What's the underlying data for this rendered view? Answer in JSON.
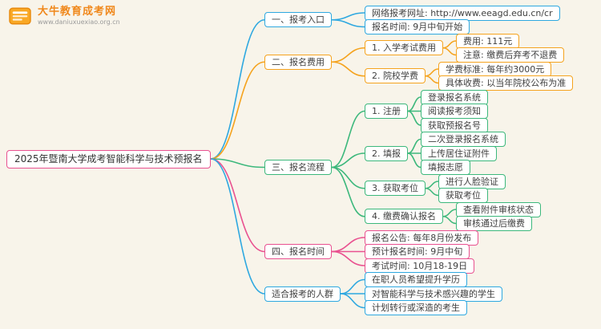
{
  "logo": {
    "title": "大牛教育成考网",
    "url": "www.daniuxuexiao.org.cn",
    "icon": "orange-document-icon",
    "brand_color": "#f0881c"
  },
  "mindmap": {
    "background_color": "#f8f4ea",
    "root": {
      "label": "2025年暨南大学成考智能科学与技术预报名",
      "color": "#e95190"
    },
    "branches": [
      {
        "label": "一、报考入口",
        "color": "#2ea8e0",
        "children": [
          {
            "label": "网络报考网址: http://www.eeagd.edu.cn/cr"
          },
          {
            "label": "报名时间: 9月中旬开始"
          }
        ]
      },
      {
        "label": "二、报名费用",
        "color": "#f5a31e",
        "children": [
          {
            "label": "1. 入学考试费用",
            "children": [
              {
                "label": "费用: 111元"
              },
              {
                "label": "注意: 缴费后弃考不退费"
              }
            ]
          },
          {
            "label": "2. 院校学费",
            "children": [
              {
                "label": "学费标准: 每年约3000元"
              },
              {
                "label": "具体收费: 以当年院校公布为准"
              }
            ]
          }
        ]
      },
      {
        "label": "三、报名流程",
        "color": "#3cb87c",
        "children": [
          {
            "label": "1. 注册",
            "children": [
              {
                "label": "登录报名系统"
              },
              {
                "label": "阅读报考须知"
              },
              {
                "label": "获取预报名号"
              }
            ]
          },
          {
            "label": "2. 填报",
            "children": [
              {
                "label": "二次登录报名系统"
              },
              {
                "label": "上传居住证附件"
              },
              {
                "label": "填报志愿"
              }
            ]
          },
          {
            "label": "3. 获取考位",
            "children": [
              {
                "label": "进行人脸验证"
              },
              {
                "label": "获取考位"
              }
            ]
          },
          {
            "label": "4. 缴费确认报名",
            "children": [
              {
                "label": "查看附件审核状态"
              },
              {
                "label": "审核通过后缴费"
              }
            ]
          }
        ]
      },
      {
        "label": "四、报名时间",
        "color": "#e95190",
        "children": [
          {
            "label": "报名公告: 每年8月份发布"
          },
          {
            "label": "预计报名时间: 9月中旬"
          },
          {
            "label": "考试时间: 10月18-19日"
          }
        ]
      },
      {
        "label": "适合报考的人群",
        "color": "#2ea8e0",
        "children": [
          {
            "label": "在职人员希望提升学历"
          },
          {
            "label": "对智能科学与技术感兴趣的学生"
          },
          {
            "label": "计划转行或深造的考生"
          }
        ]
      }
    ]
  }
}
